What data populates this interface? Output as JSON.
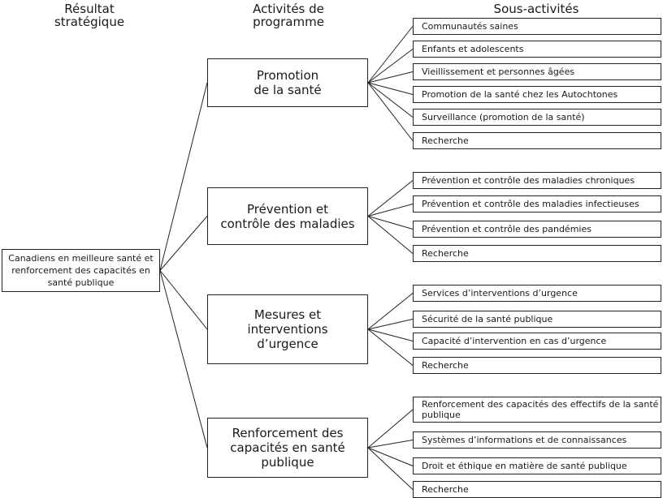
{
  "headers": {
    "resultat": "Résultat\nstratégique",
    "activites": "Activités de\nprogramme",
    "sous": "Sous-activités"
  },
  "root": {
    "label": "Canadiens en meilleure santé et renforcement des capacités en santé publique"
  },
  "programs": [
    {
      "label": "Promotion\nde la santé",
      "subs": [
        "Communautés saines",
        "Enfants et adolescents",
        "Vieillissement et personnes âgées",
        "Promotion de la santé chez les Autochtones",
        "Surveillance (promotion de la santé)",
        "Recherche"
      ]
    },
    {
      "label": "Prévention et\ncontrôle des maladies",
      "subs": [
        "Prévention et contrôle des maladies chroniques",
        "Prévention et contrôle des maladies infectieuses",
        "Prévention et contrôle des pandémies",
        "Recherche"
      ]
    },
    {
      "label": "Mesures et\ninterventions\nd’urgence",
      "subs": [
        "Services d’interventions d’urgence",
        "Sécurité de la santé publique",
        "Capacité d’intervention en cas d’urgence",
        "Recherche"
      ]
    },
    {
      "label": "Renforcement des\ncapacités en santé\npublique",
      "subs": [
        "Renforcement des capacités des effectifs de la santé publique",
        "Systèmes d’informations et de connaissances",
        "Droit et éthique en matière de santé publique",
        "Recherche"
      ]
    }
  ]
}
